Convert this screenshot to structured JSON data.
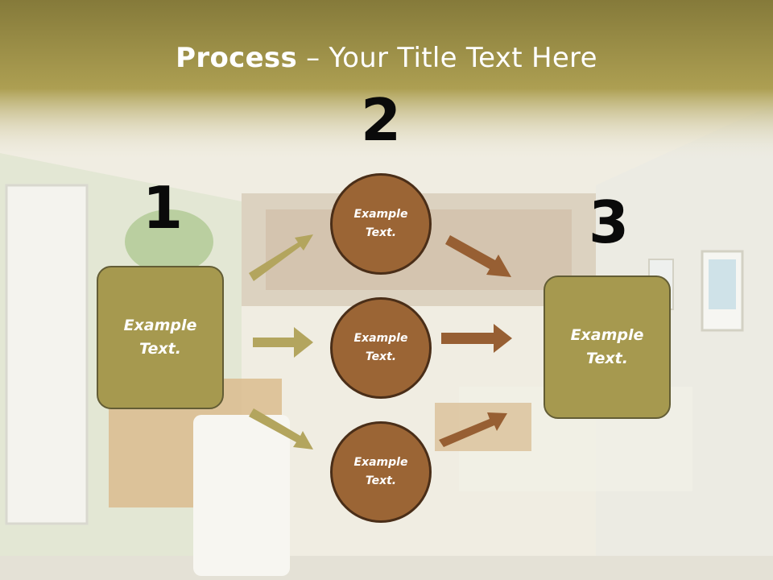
{
  "title": {
    "bold": "Process",
    "dash": " – ",
    "rest": "Your Title Text Here"
  },
  "numbers": [
    "1",
    "2",
    "3"
  ],
  "left_box": {
    "text": "Example\nText."
  },
  "right_box": {
    "text": "Example\nText."
  },
  "circles": [
    {
      "text": "Example\nText."
    },
    {
      "text": "Example\nText."
    },
    {
      "text": "Example\nText."
    }
  ],
  "colors": {
    "title_band": "#857a3a",
    "box_fill": "#a6994f",
    "circle_fill": "#9b6535",
    "left_arrows": "#b3a55e",
    "right_arrows": "#975f33"
  }
}
